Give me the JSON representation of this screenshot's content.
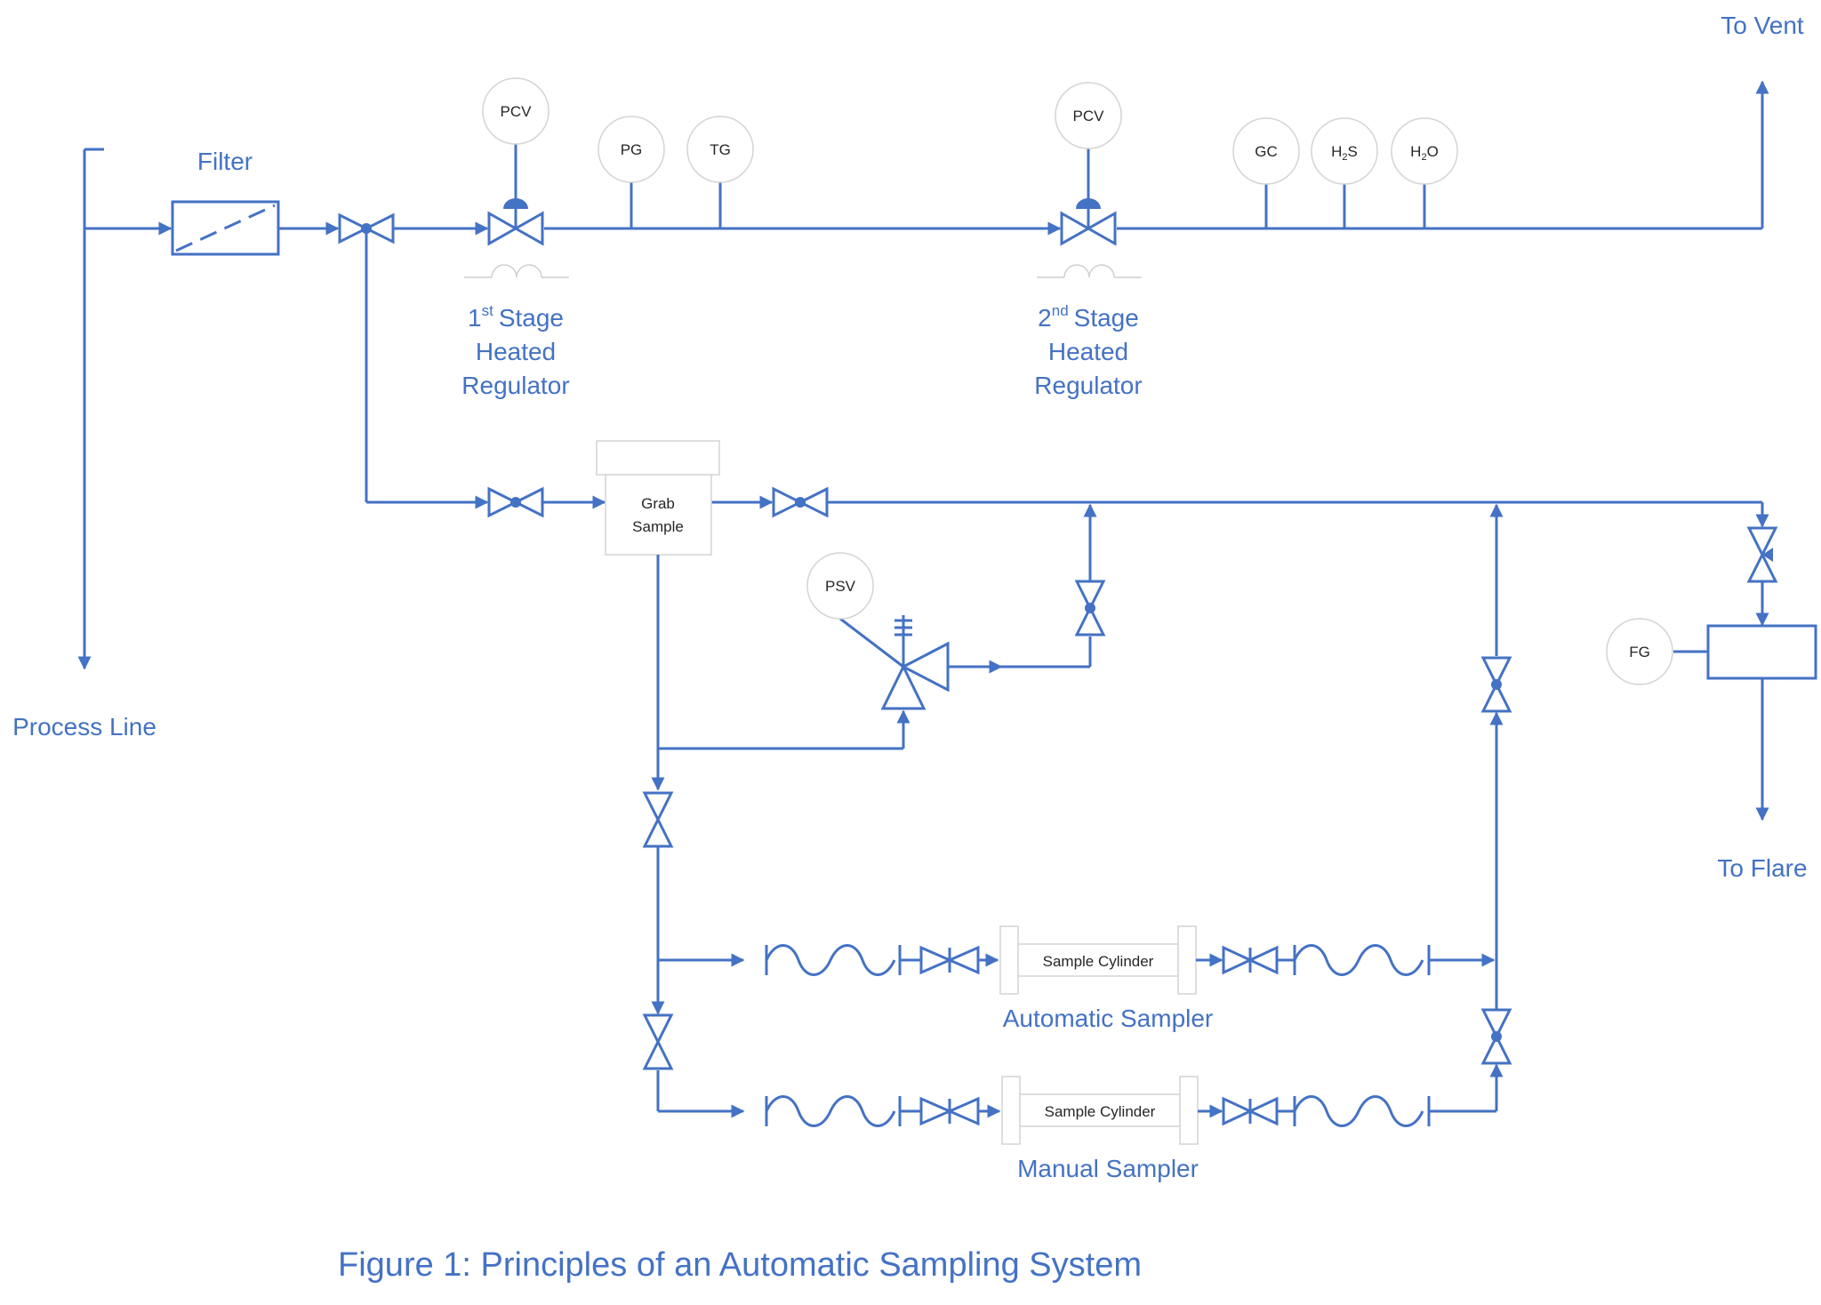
{
  "labels": {
    "to_vent": "To Vent",
    "filter": "Filter",
    "process_line": "Process Line",
    "to_flare": "To Flare",
    "reg1_stage_num": "1",
    "reg1_stage_sup": "st",
    "reg1_stage_word": "Stage",
    "reg2_stage_num": "2",
    "reg2_stage_sup": "nd",
    "reg2_stage_word": "Stage",
    "heated": "Heated",
    "regulator": "Regulator",
    "automatic_sampler": "Automatic Sampler",
    "manual_sampler": "Manual Sampler",
    "caption": "Figure 1: Principles of an Automatic Sampling System"
  },
  "instruments": {
    "pcv1": "PCV",
    "pg": "PG",
    "tg": "TG",
    "pcv2": "PCV",
    "gc": "GC",
    "h2s_h": "H",
    "h2s_sub": "2",
    "h2s_s": "S",
    "h2o_h": "H",
    "h2o_sub": "2",
    "h2o_o": "O",
    "psv": "PSV",
    "fg": "FG"
  },
  "boxes": {
    "grab_line1": "Grab",
    "grab_line2": "Sample",
    "cylinder_auto": "Sample Cylinder",
    "cylinder_manual": "Sample Cylinder"
  },
  "colors": {
    "pipe": "#4472c4",
    "instrument_border": "#d4d4d4",
    "text_dark": "#262626"
  }
}
